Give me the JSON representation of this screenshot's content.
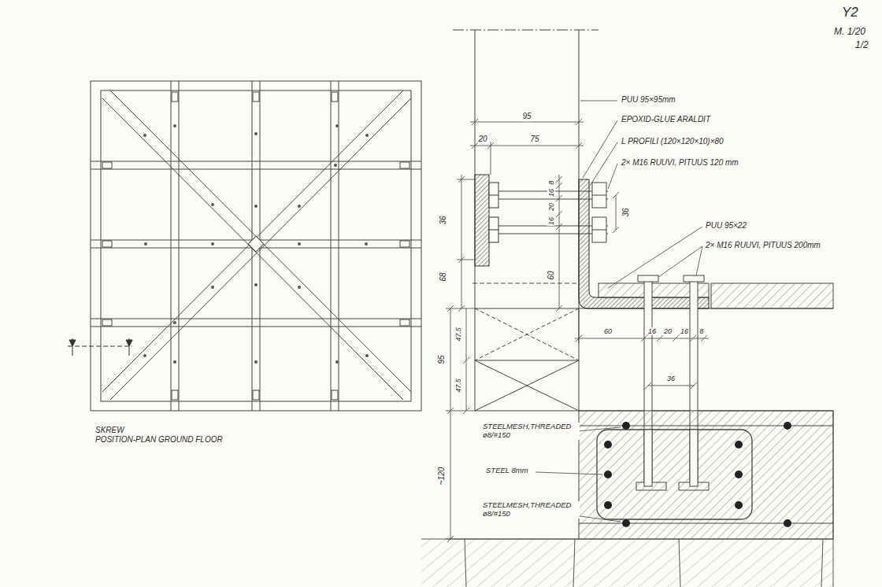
{
  "diagram": {
    "labels": [
      "Y2",
      "M. 1/20",
      "1/2",
      "PUU 95×95mm",
      "95",
      "EPOXID-GLUE ARALDIT",
      "20",
      "75",
      "L PROFILI (120×120×10)×80",
      "2× M16 RUUVI, PITUUS 120 mm",
      "8",
      "16",
      "20",
      "16",
      "36",
      "36",
      "PUU 95×22",
      "2× M16 RUUVI, PITUUS 200mm",
      "68",
      "60",
      "60",
      "16",
      "20",
      "16",
      "8",
      "47.5",
      "95",
      "36",
      "47.5",
      "SKREW",
      "POSITION-PLAN GROUND FLOOR",
      "STEELMESH,THREADED ø8/#150",
      "STEEL 8mm",
      "~120",
      "STEELMESH,THREADED ø8/#150"
    ]
  }
}
